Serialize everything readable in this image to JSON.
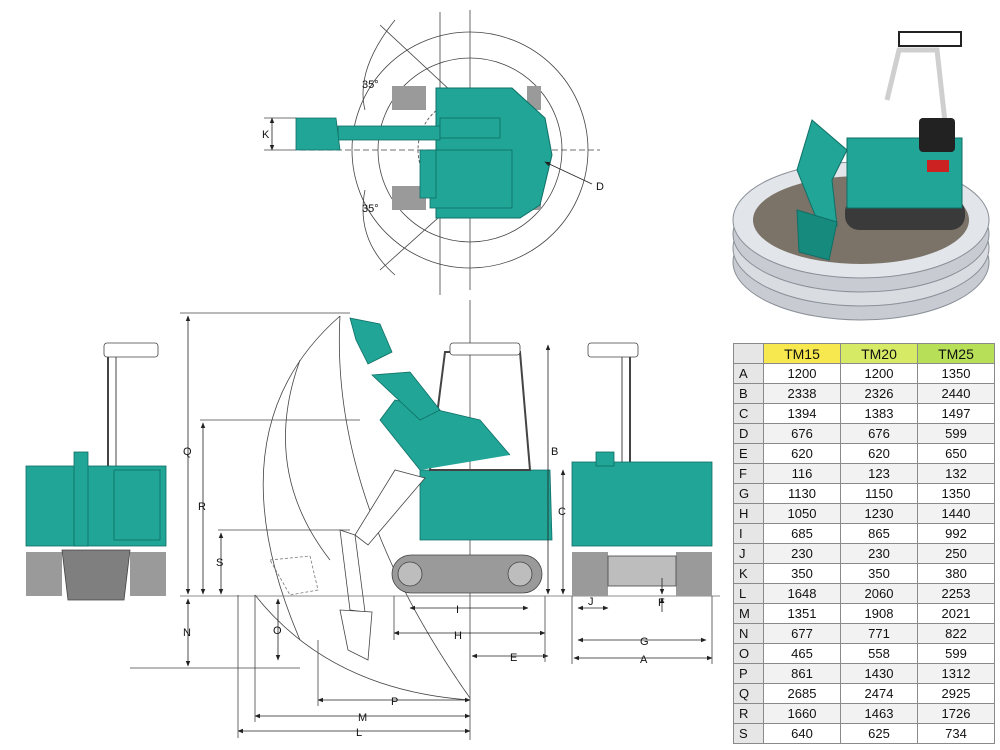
{
  "drawing_labels": {
    "A": "A",
    "B": "B",
    "C": "C",
    "D": "D",
    "E": "E",
    "F": "F",
    "G": "G",
    "H": "H",
    "I": "I",
    "J": "J",
    "K": "K",
    "L": "L",
    "M": "M",
    "N": "N",
    "O": "O",
    "P": "P",
    "Q": "Q",
    "R": "R",
    "S": "S",
    "angle_upper": "35°",
    "angle_lower": "35°"
  },
  "table": {
    "headers": [
      "TM15",
      "TM20",
      "TM25"
    ],
    "rows": [
      {
        "label": "A",
        "values": [
          "1200",
          "1200",
          "1350"
        ]
      },
      {
        "label": "B",
        "values": [
          "2338",
          "2326",
          "2440"
        ]
      },
      {
        "label": "C",
        "values": [
          "1394",
          "1383",
          "1497"
        ]
      },
      {
        "label": "D",
        "values": [
          "676",
          "676",
          "599"
        ]
      },
      {
        "label": "E",
        "values": [
          "620",
          "620",
          "650"
        ]
      },
      {
        "label": "F",
        "values": [
          "116",
          "123",
          "132"
        ]
      },
      {
        "label": "G",
        "values": [
          "1130",
          "1150",
          "1350"
        ]
      },
      {
        "label": "H",
        "values": [
          "1050",
          "1230",
          "1440"
        ]
      },
      {
        "label": "I",
        "values": [
          "685",
          "865",
          "992"
        ]
      },
      {
        "label": "J",
        "values": [
          "230",
          "230",
          "250"
        ]
      },
      {
        "label": "K",
        "values": [
          "350",
          "350",
          "380"
        ]
      },
      {
        "label": "L",
        "values": [
          "1648",
          "2060",
          "2253"
        ]
      },
      {
        "label": "M",
        "values": [
          "1351",
          "1908",
          "2021"
        ]
      },
      {
        "label": "N",
        "values": [
          "677",
          "771",
          "822"
        ]
      },
      {
        "label": "O",
        "values": [
          "465",
          "558",
          "599"
        ]
      },
      {
        "label": "P",
        "values": [
          "861",
          "1430",
          "1312"
        ]
      },
      {
        "label": "Q",
        "values": [
          "2685",
          "2474",
          "2925"
        ]
      },
      {
        "label": "R",
        "values": [
          "1660",
          "1463",
          "1726"
        ]
      },
      {
        "label": "S",
        "values": [
          "640",
          "625",
          "734"
        ]
      }
    ]
  },
  "colors": {
    "machine": "#20a596",
    "machine_dark": "#0f6f66",
    "track": "#9a9a9a",
    "header_tm15": "#f6e84e",
    "header_tm20": "#d6ea66",
    "header_tm25": "#b7df58"
  }
}
